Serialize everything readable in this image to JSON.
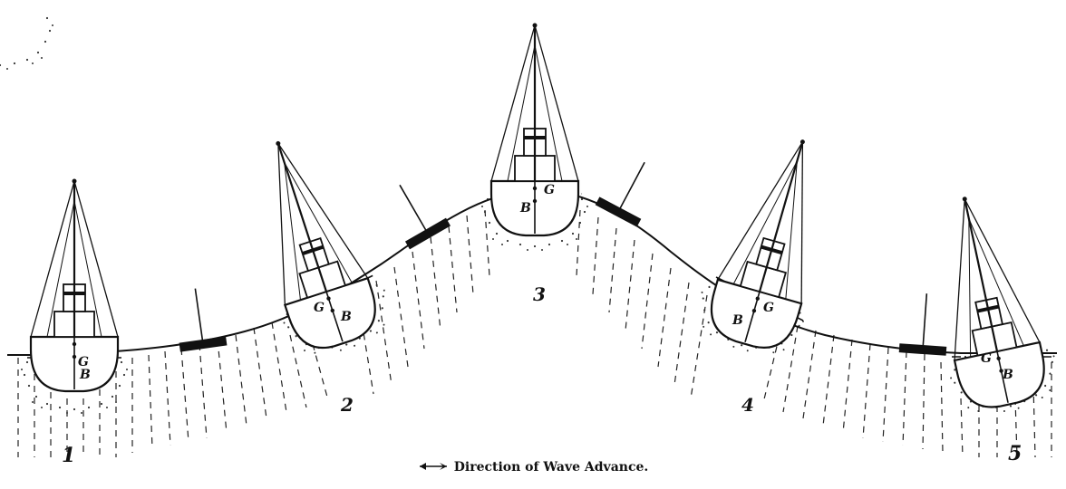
{
  "labels": {
    "p1": "1",
    "p2": "2",
    "p3": "3",
    "p4": "4",
    "p5": "5",
    "g": "G",
    "b": "B"
  },
  "caption": "Direction of Wave Advance."
}
